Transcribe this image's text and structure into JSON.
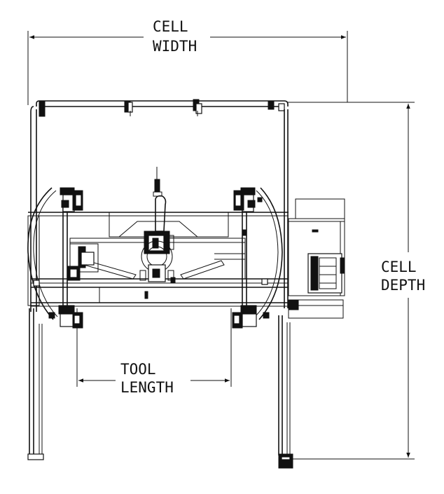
{
  "dimensions": {
    "cell_width": [
      "CELL",
      "WIDTH"
    ],
    "cell_depth": [
      "CELL",
      "DEPTH"
    ],
    "tool_length": [
      "TOOL",
      "LENGTH"
    ]
  }
}
